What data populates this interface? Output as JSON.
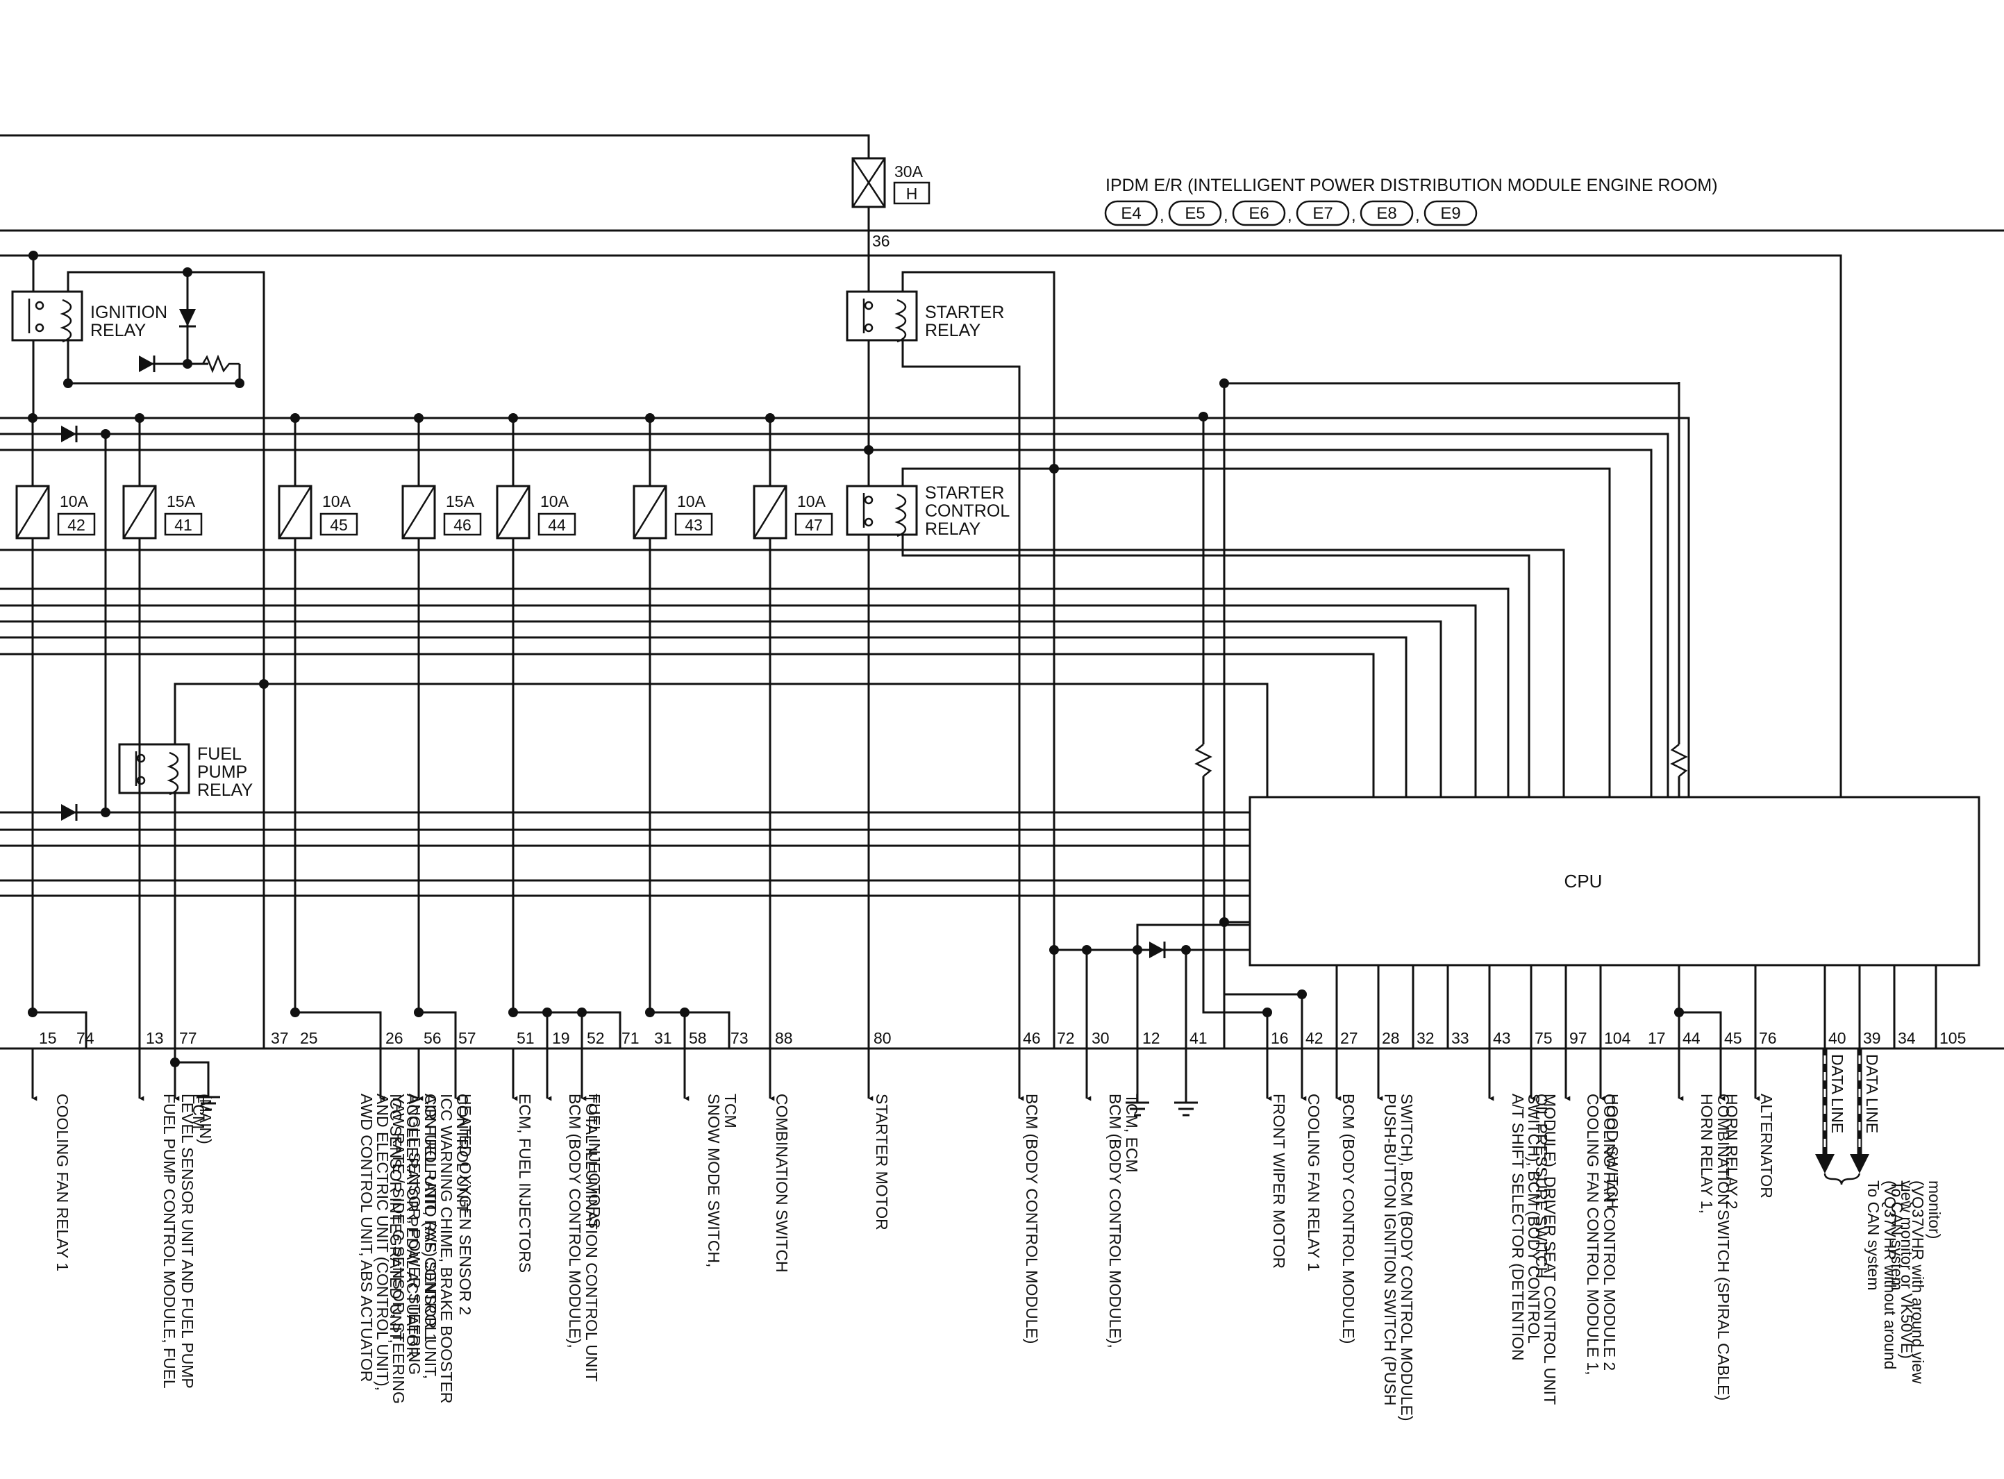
{
  "module": {
    "title": "IPDM E/R (INTELLIGENT POWER DISTRIBUTION MODULE ENGINE ROOM)",
    "connectors": [
      "E4",
      "E5",
      "E6",
      "E7",
      "E8",
      "E9"
    ],
    "cpu_label": "CPU"
  },
  "main_fuse": {
    "rating": "30A",
    "id": "H",
    "pin": "36"
  },
  "relays": [
    {
      "lines": [
        "IGNITION",
        "RELAY"
      ]
    },
    {
      "lines": [
        "STARTER",
        "RELAY"
      ]
    },
    {
      "lines": [
        "STARTER",
        "CONTROL",
        "RELAY"
      ]
    },
    {
      "lines": [
        "FUEL",
        "PUMP",
        "RELAY"
      ]
    }
  ],
  "fuses": [
    {
      "rating": "10A",
      "id": "42"
    },
    {
      "rating": "15A",
      "id": "41"
    },
    {
      "rating": "10A",
      "id": "45"
    },
    {
      "rating": "15A",
      "id": "46"
    },
    {
      "rating": "10A",
      "id": "44"
    },
    {
      "rating": "10A",
      "id": "43"
    },
    {
      "rating": "10A",
      "id": "47"
    }
  ],
  "pins": [
    "15",
    "74",
    "13",
    "77",
    "37",
    "25",
    "26",
    "56",
    "57",
    "51",
    "19",
    "52",
    "71",
    "31",
    "58",
    "73",
    "88",
    "80",
    "46",
    "72",
    "30",
    "12",
    "41",
    "16",
    "42",
    "27",
    "28",
    "32",
    "33",
    "43",
    "75",
    "97",
    "104",
    "17",
    "44",
    "45",
    "76",
    "40",
    "39",
    "34",
    "105"
  ],
  "destinations": [
    {
      "lines": [
        "COOLING FAN RELAY 1"
      ]
    },
    {
      "lines": [
        "FUEL PUMP CONTROL MODULE, FUEL",
        "LEVEL SENSOR UNIT AND FUEL PUMP",
        "(MAIN)"
      ]
    },
    {
      "lines": [
        "ECM"
      ]
    },
    {
      "lines": [
        "AWD CONTROL UNIT, ABS ACTUATOR",
        "AND ELECTRIC UNIT (CONTROL UNIT),",
        "YAW RATE / SIDE G SENSOR, STEERING",
        "ANGLE SENSOR, POWER STEERING",
        "CONTROL UNIT, RAS CONTROL UNIT,",
        "ICC WARNING CHIME, BRAKE BOOSTER",
        "CONTROL UNIT"
      ]
    },
    {
      "lines": [
        "ICC SENSOR INTEGRATED UNIT,",
        "ACCELERATOR PEDAL ACTUATOR"
      ]
    },
    {
      "lines": [
        "AIR FUEL RATIO (A/F) SENSOR 1"
      ]
    },
    {
      "lines": [
        "HEATED OXYGEN SENSOR 2"
      ]
    },
    {
      "lines": [
        "ECM, FUEL INJECTORS"
      ]
    },
    {
      "lines": [
        "BCM (BODY CONTROL MODULE),",
        "TOTAL ILLUMINATION CONTROL UNIT"
      ]
    },
    {
      "lines": [
        "FUEL INJECTORS"
      ]
    },
    {
      "lines": [
        "SNOW MODE SWITCH,",
        "TCM"
      ]
    },
    {
      "lines": [
        "COMBINATION SWITCH"
      ]
    },
    {
      "lines": [
        "STARTER MOTOR"
      ]
    },
    {
      "lines": [
        "BCM (BODY CONTROL MODULE)"
      ]
    },
    {
      "lines": [
        "BCM (BODY CONTROL MODULE),",
        "TCM, ECM"
      ]
    },
    {
      "lines": [
        "FRONT WIPER MOTOR"
      ]
    },
    {
      "lines": [
        "COOLING FAN RELAY 1"
      ]
    },
    {
      "lines": [
        "BCM (BODY CONTROL MODULE)"
      ]
    },
    {
      "lines": [
        "PUSH-BUTTON IGNITION SWITCH (PUSH",
        "SWITCH), BCM (BODY CONTROL MODULE)"
      ]
    },
    {
      "lines": [
        "A/T SHIFT SELECTOR (DETENTION",
        "SWITCH), BCM (BODY CONTROL",
        "MODULE), DRIVER SEAT CONTROL UNIT"
      ]
    },
    {
      "lines": [
        "OIL PRESSURE SWITCH"
      ]
    },
    {
      "lines": [
        "COOLING FAN CONTROL MODULE 1,",
        "COOLING FAN CONTROL MODULE 2"
      ]
    },
    {
      "lines": [
        "HOOD SWITCH"
      ]
    },
    {
      "lines": [
        "HORN RELAY 1,",
        "COMBINATION SWITCH (SPIRAL CABLE)"
      ]
    },
    {
      "lines": [
        "HORN RELAY 2"
      ]
    },
    {
      "lines": [
        "ALTERNATOR"
      ]
    },
    {
      "lines": [
        "DATA LINE"
      ]
    },
    {
      "lines": [
        "DATA LINE"
      ]
    },
    {
      "lines": [
        "To CAN system",
        "(VQ37VHR without around",
        "view monitor or VK50VE)"
      ]
    },
    {
      "lines": [
        "To CAN system",
        "(VQ37VHR with around view",
        "monitor)"
      ]
    }
  ]
}
